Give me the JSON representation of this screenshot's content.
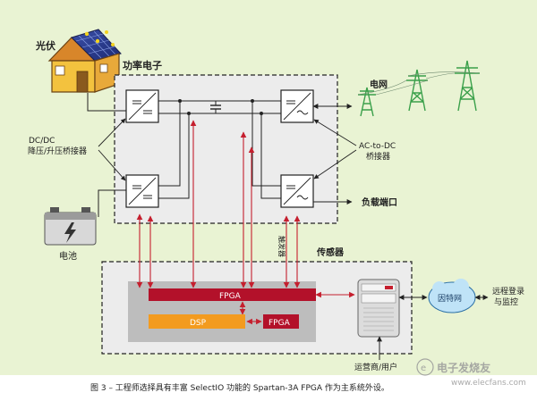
{
  "labels": {
    "solar": "光伏",
    "power_electronics": "功率电子",
    "grid": "电网",
    "dcdc_line1": "DC/DC",
    "dcdc_line2": "降压/升压桥接器",
    "acdc_line1": "AC-to-DC",
    "acdc_line2": "桥接器",
    "battery": "电池",
    "load_port": "负载端口",
    "sensor": "传感器",
    "trigger": "触发器",
    "fpga_main": "FPGA",
    "dsp": "DSP",
    "fpga_small": "FPGA",
    "internet": "因特网",
    "remote_line1": "远程登录",
    "remote_line2": "与监控",
    "operator": "运营商/用户",
    "caption": "图 3 – 工程师选择具有丰富 SelectIO 功能的 Spartan-3A FPGA 作为主系统外设。",
    "watermark": "电子发烧友",
    "watermark_url": "www.elecfans.com"
  },
  "colors": {
    "panel_bg": "#e9f3d3",
    "box_bg": "#ececec",
    "sensor_inner": "#bdbdbd",
    "fpga": "#b3112a",
    "dsp": "#f39b1f",
    "internet": "#bfe3f7",
    "arrow_red": "#c51f2e"
  },
  "icons": [
    "house-solar-icon",
    "power-tower-icon",
    "battery-icon",
    "server-rack-icon",
    "cloud-icon"
  ]
}
